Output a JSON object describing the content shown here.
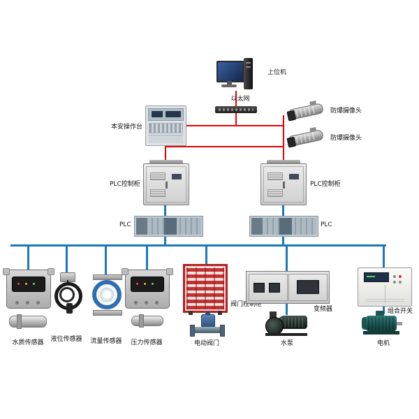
{
  "diagram": {
    "colors": {
      "red_line": "#ea0000",
      "blue_line": "#1a79b8"
    },
    "nodes": {
      "host_computer": {
        "label": "上位机"
      },
      "ethernet": {
        "label": "以太网"
      },
      "console": {
        "label": "本安操作台"
      },
      "camera_top": {
        "label": "防爆摄像头"
      },
      "camera_bottom": {
        "label": "防爆摄像头"
      },
      "plc_cabinet_left": {
        "label": "PLC控制柜"
      },
      "plc_cabinet_right": {
        "label": "PLC控制柜"
      },
      "plc_rack_left": {
        "label": "PLC"
      },
      "plc_rack_right": {
        "label": "PLC"
      },
      "water_quality_sensor": {
        "label": "水质传感器"
      },
      "level_sensor": {
        "label": "液位传感器"
      },
      "flow_sensor": {
        "label": "流量传感器"
      },
      "pressure_sensor": {
        "label": "压力传感器"
      },
      "valve_control_cabinet": {
        "label": "阀门控制柜"
      },
      "electric_valve": {
        "label": "电动阀门"
      },
      "inverter": {
        "label": "变频器"
      },
      "water_pump": {
        "label": "水泵"
      },
      "combination_switch": {
        "label": "组合开关"
      },
      "motor": {
        "label": "电机"
      }
    }
  }
}
